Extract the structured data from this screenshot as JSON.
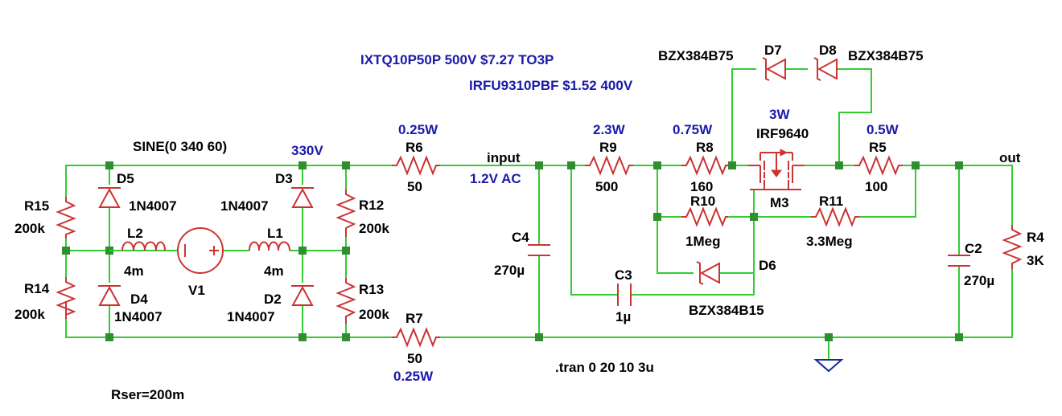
{
  "title": "",
  "components": {
    "R15": {
      "ref": "R15",
      "value": "200k"
    },
    "R14": {
      "ref": "R14",
      "value": "200k"
    },
    "R12": {
      "ref": "R12",
      "value": "200k"
    },
    "R13": {
      "ref": "R13",
      "value": "200k"
    },
    "R6": {
      "ref": "R6",
      "value": "50",
      "power": "0.25W"
    },
    "R7": {
      "ref": "R7",
      "value": "50",
      "power": "0.25W"
    },
    "R9": {
      "ref": "R9",
      "value": "500",
      "power": "2.3W"
    },
    "R8": {
      "ref": "R8",
      "value": "160",
      "power": "0.75W"
    },
    "R10": {
      "ref": "R10",
      "value": "1Meg"
    },
    "R11": {
      "ref": "R11",
      "value": "3.3Meg"
    },
    "R5": {
      "ref": "R5",
      "value": "100",
      "power": "0.5W"
    },
    "R4": {
      "ref": "R4",
      "value": "3K"
    },
    "D5": {
      "ref": "D5",
      "model": "1N4007"
    },
    "D3": {
      "ref": "D3",
      "model": "1N4007"
    },
    "D4": {
      "ref": "D4",
      "model": "1N4007"
    },
    "D2": {
      "ref": "D2",
      "model": "1N4007"
    },
    "D6": {
      "ref": "D6",
      "model": "BZX384B15"
    },
    "D7": {
      "ref": "D7",
      "model": "BZX384B75"
    },
    "D8": {
      "ref": "D8",
      "model": "BZX384B75"
    },
    "L1": {
      "ref": "L1",
      "value": "4m"
    },
    "L2": {
      "ref": "L2",
      "value": "4m"
    },
    "V1": {
      "ref": "V1",
      "value": "SINE(0 340 60)",
      "rser": "Rser=200m"
    },
    "C4": {
      "ref": "C4",
      "value": "270µ"
    },
    "C3": {
      "ref": "C3",
      "value": "1µ"
    },
    "C2": {
      "ref": "C2",
      "value": "270µ"
    },
    "M3": {
      "ref": "M3",
      "model": "IRF9640",
      "power": "3W"
    }
  },
  "nets": {
    "input": "input",
    "out": "out",
    "rail_voltage": "330V",
    "ripple": "1.2V AC"
  },
  "notes": {
    "part1": "IXTQ10P50P  500V $7.27 TO3P",
    "part2": "IRFU9310PBF  $1.52 400V",
    "sim": ".tran 0 20 10 3u"
  },
  "colors": {
    "wire": "#33cc33",
    "component": "#cc3333",
    "annotation": "#1a1aaa",
    "ground": "#1a2a99"
  }
}
